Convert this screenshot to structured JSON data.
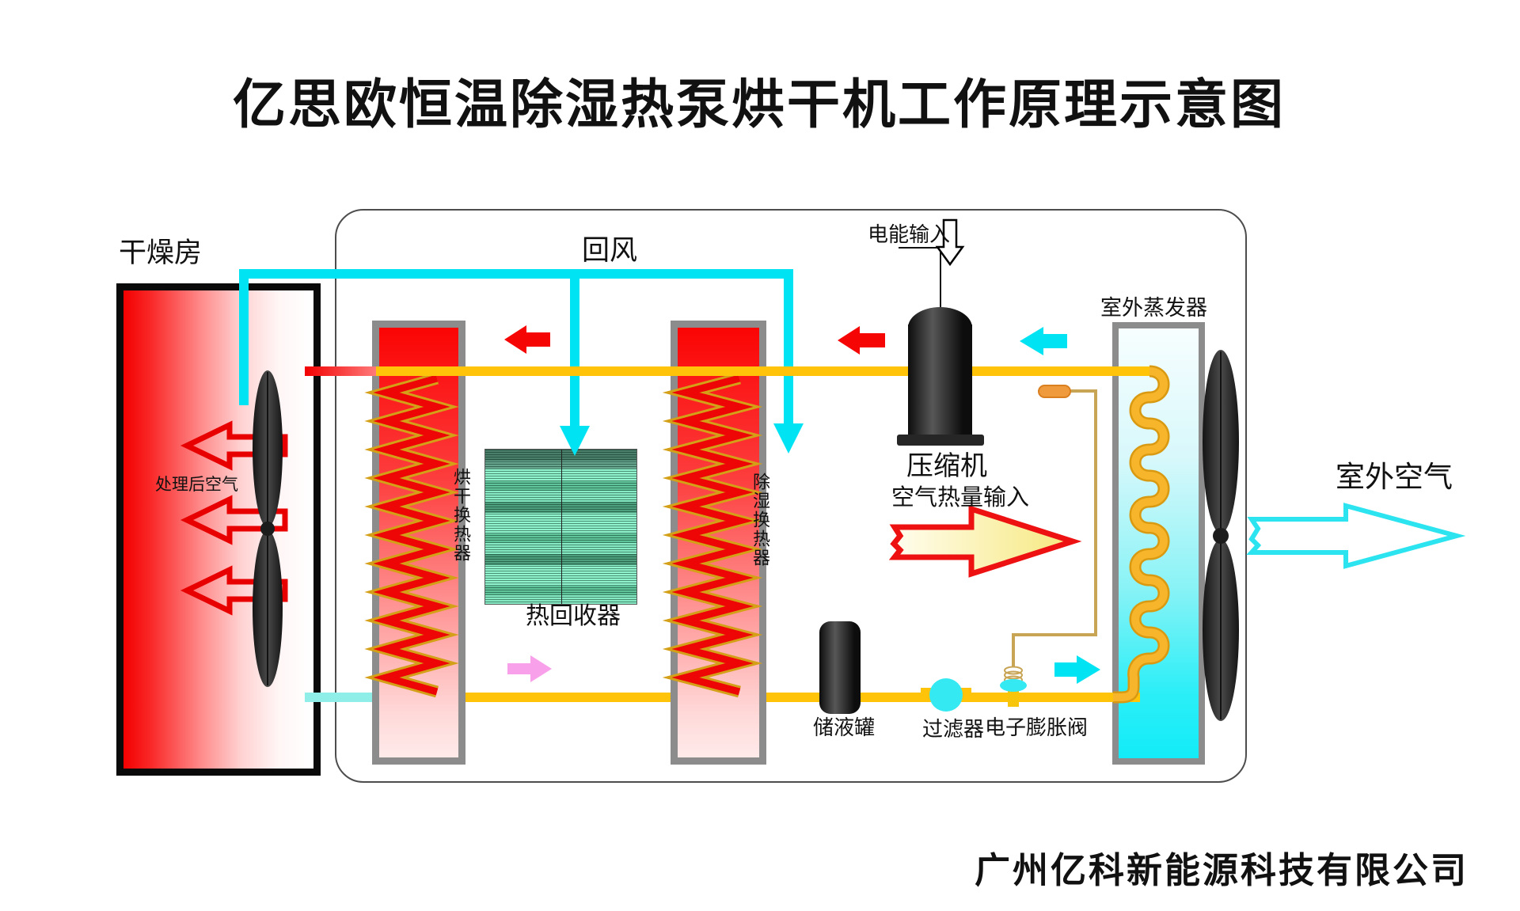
{
  "title": "亿思欧恒温除湿热泵烘干机工作原理示意图",
  "company": "广州亿科新能源科技有限公司",
  "labels": {
    "dry_room": "干燥房",
    "treated_air": "处理后空气",
    "return_air": "回风",
    "drying_hx": "烘干换热器",
    "heat_recovery": "热回收器",
    "dehum_hx": "除湿换热器",
    "power_input": "电能输入",
    "compressor": "压缩机",
    "air_heat_input": "空气热量输入",
    "receiver_tank": "储液罐",
    "filter": "过滤器",
    "expansion_valve": "电子膨胀阀",
    "outdoor_evaporator": "室外蒸发器",
    "outdoor_air": "室外空气"
  },
  "colors": {
    "cyan": "#00E3F2",
    "pipe-yellow": "#FFC40A",
    "red": "#EE1111",
    "pink": "#F9A0EA",
    "tan": "#C8A455",
    "orange": "#F09A3E",
    "ink": "#111111"
  }
}
